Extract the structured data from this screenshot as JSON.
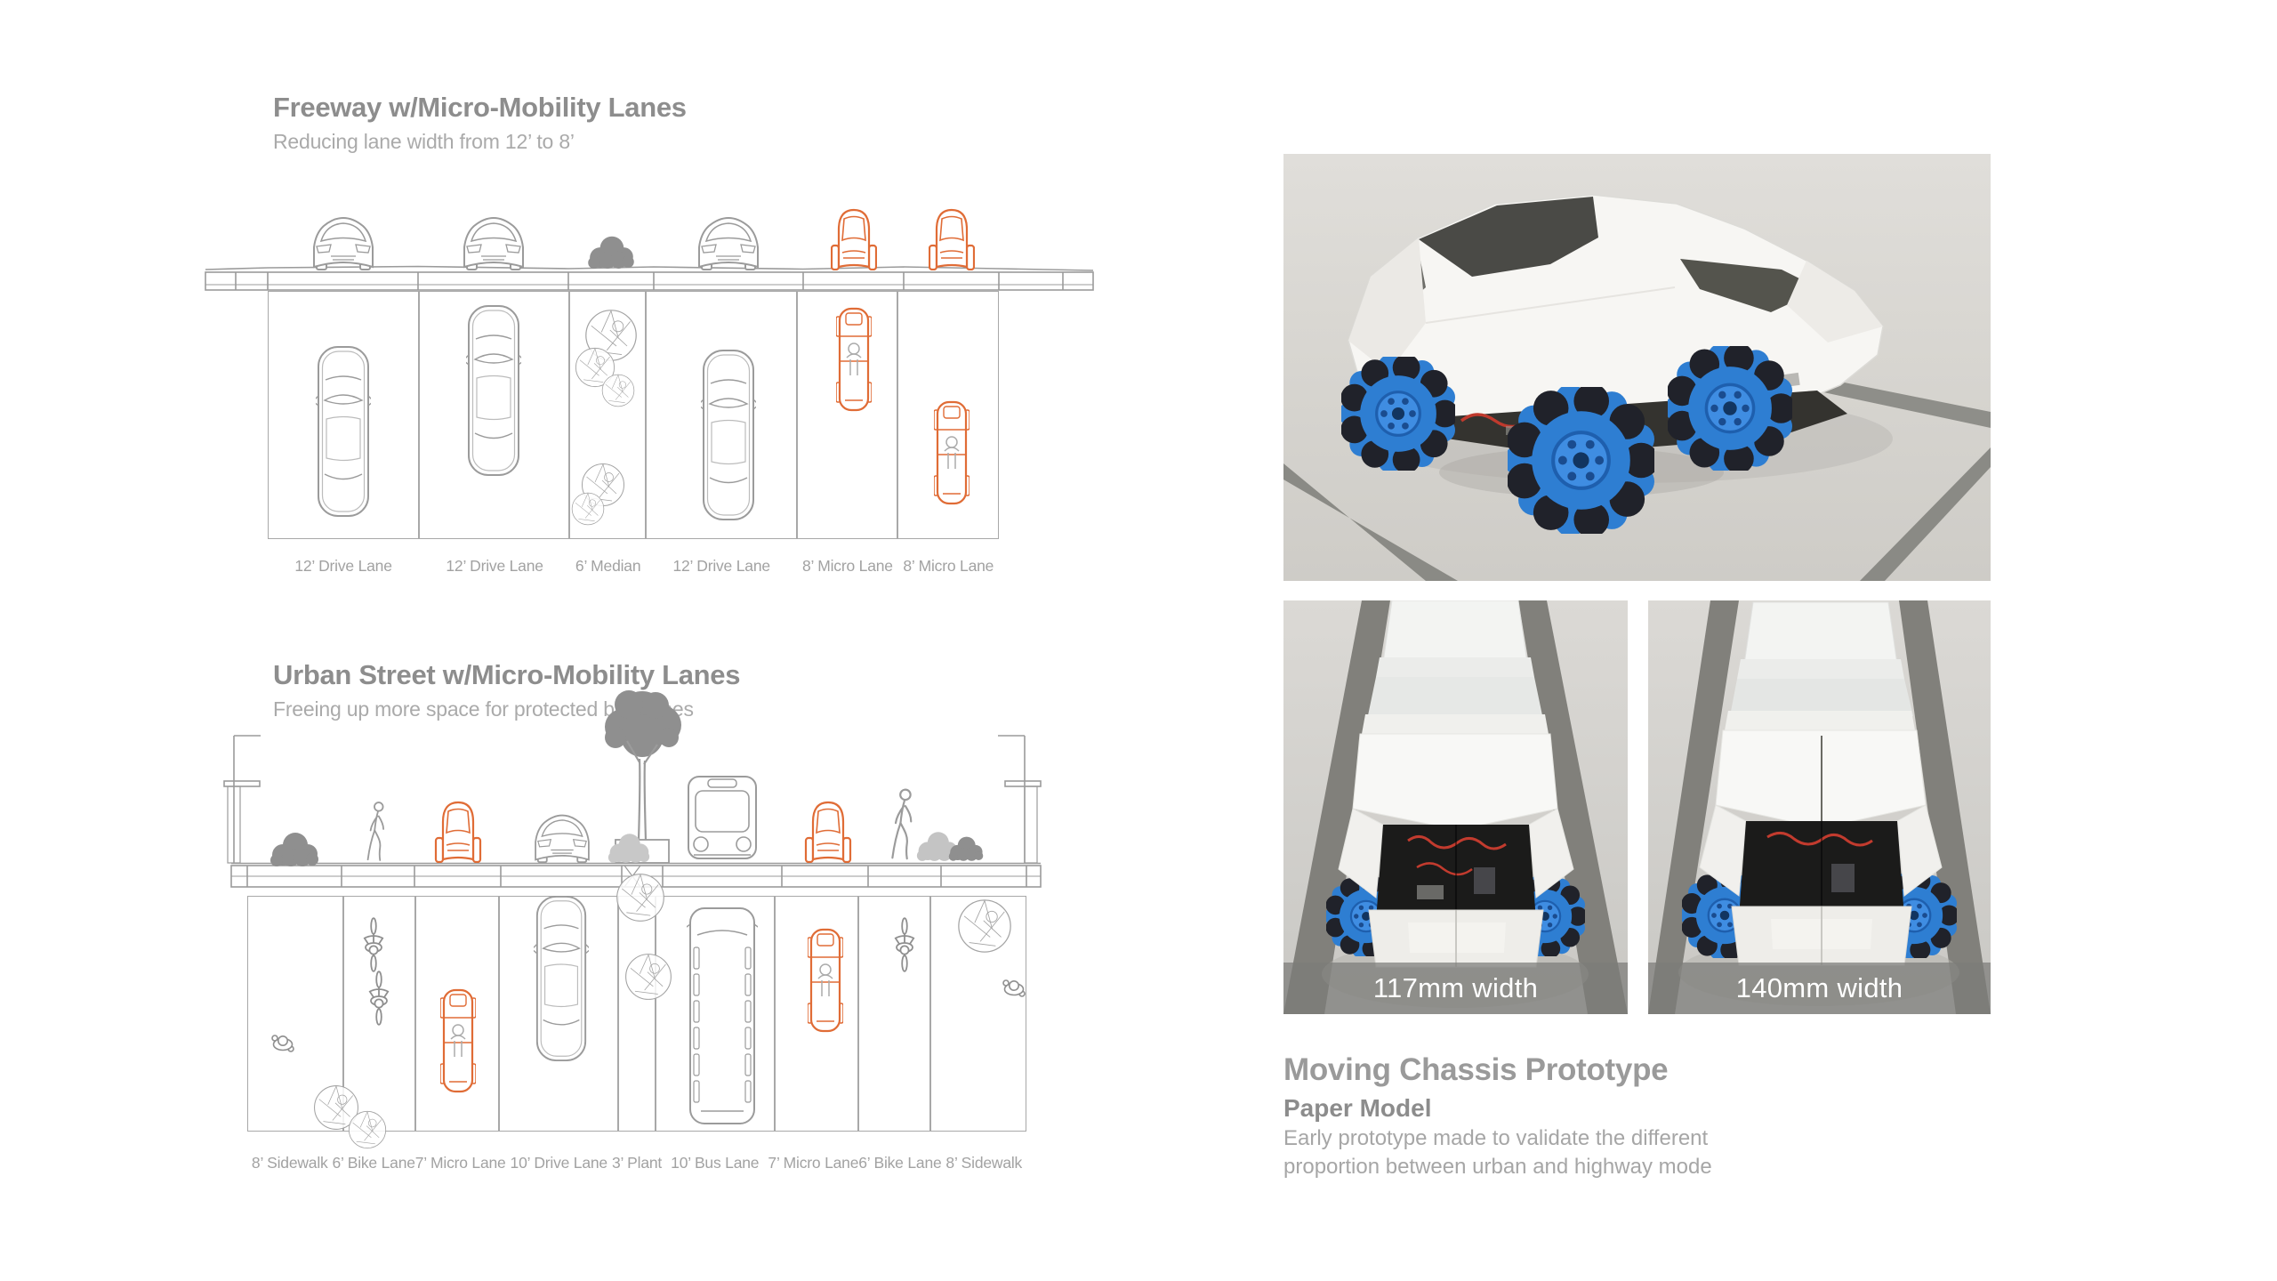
{
  "colors": {
    "accent_orange": "#e06c36",
    "linework_gray": "#9b9b9b",
    "title_gray": "#8d8d8d",
    "caption_overlay": "rgba(124,124,121,0.72)"
  },
  "freeway": {
    "title": "Freeway w/Micro-Mobility Lanes",
    "subtitle": "Reducing lane width from 12’ to 8’",
    "lanes": [
      {
        "label": "12’ Drive Lane",
        "width_ft": 12
      },
      {
        "label": "12’ Drive Lane",
        "width_ft": 12
      },
      {
        "label": "6’ Median",
        "width_ft": 6
      },
      {
        "label": "12’ Drive Lane",
        "width_ft": 12
      },
      {
        "label": "8’ Micro Lane",
        "width_ft": 8
      },
      {
        "label": "8’ Micro Lane",
        "width_ft": 8
      }
    ]
  },
  "urban": {
    "title": "Urban Street w/Micro-Mobility Lanes",
    "subtitle": "Freeing up more space for protected bike lanes",
    "lanes": [
      {
        "label": "8’ Sidewalk",
        "width_ft": 8
      },
      {
        "label": "6’ Bike Lane",
        "width_ft": 6
      },
      {
        "label": "7’ Micro Lane",
        "width_ft": 7
      },
      {
        "label": "10’ Drive Lane",
        "width_ft": 10
      },
      {
        "label": "3’ Plant",
        "width_ft": 3
      },
      {
        "label": "10’ Bus Lane",
        "width_ft": 10
      },
      {
        "label": "7’ Micro Lane",
        "width_ft": 7
      },
      {
        "label": "6’ Bike Lane",
        "width_ft": 6
      },
      {
        "label": "8’ Sidewalk",
        "width_ft": 8
      }
    ]
  },
  "prototype": {
    "heading": "Moving Chassis Prototype",
    "subheading": "Paper Model",
    "description_line1": "Early prototype made to validate the different",
    "description_line2": "proportion between urban and highway mode",
    "photos": [
      {
        "caption": "117mm width"
      },
      {
        "caption": "140mm width"
      }
    ]
  }
}
